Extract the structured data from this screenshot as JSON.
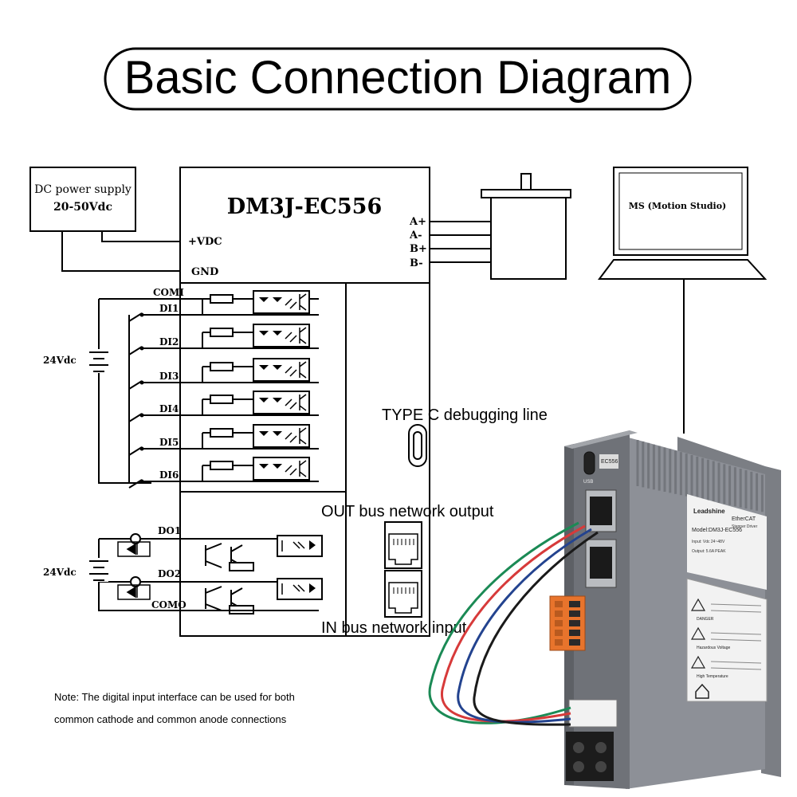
{
  "title": "Basic Connection Diagram",
  "power_supply": {
    "line1": "DC power supply",
    "line2": "20-50Vdc"
  },
  "driver": {
    "model": "DM3J-EC556",
    "vdc": "+VDC",
    "gnd": "GND",
    "motor_pins": [
      "A+",
      "A-",
      "B+",
      "B-"
    ]
  },
  "inputs": {
    "com": "COMI",
    "pins": [
      "DI1",
      "DI2",
      "DI3",
      "DI4",
      "DI5",
      "DI6"
    ],
    "supply": "24Vdc"
  },
  "outputs": {
    "pins": [
      "DO1",
      "DO2"
    ],
    "com": "COMO",
    "supply": "24Vdc"
  },
  "pc": {
    "label": "MS (Motion Studio)"
  },
  "callouts": {
    "usb": "TYPE C debugging line",
    "out_bus": "OUT bus network output",
    "in_bus": "IN bus network input"
  },
  "note": {
    "line1": "Note: The digital input interface can be used for both",
    "line2": "common cathode and common anode connections"
  },
  "device_photo": {
    "brand": "Leadshine",
    "bus": "EtherCAT",
    "model_label": "Model:DM3J-EC556",
    "series": "EC556",
    "type": "Stepper Driver",
    "input_spec": "Input: Vdc 24~48V",
    "output_spec": "Output: 5.6A PEAK",
    "usb_label": "USB",
    "warnings": [
      "DANGER",
      "Hazardous Voltage",
      "High Temperature"
    ],
    "colors": {
      "body": "#8d9097",
      "panel": "#6f7278",
      "label": "#f2f2f2",
      "connector": "#e8742c"
    }
  }
}
